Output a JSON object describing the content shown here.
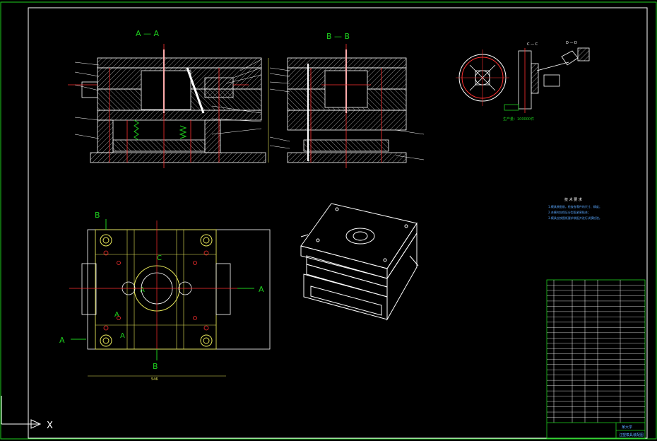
{
  "section_labels": {
    "aa_title": "A — A",
    "bb_title": "B — B",
    "plan_b_top": "B",
    "plan_b_bottom": "B",
    "plan_a_left": "A",
    "plan_a_right": "A",
    "plan_a_center": "A",
    "plan_a_mid": "A",
    "plan_a_lower": "A",
    "plan_c": "C"
  },
  "detail_views": {
    "cc_label": "C — C",
    "dd_label": "D — D",
    "note": "生产量：100000件"
  },
  "tech_requirements": {
    "title": "技 术 要 求",
    "lines": [
      "1.模具装配前，检查各零件的尺寸、精度；",
      "2.合模时应保证分型面紧密贴合；",
      "3.模具应按图纸要求装配并进行试模检验。"
    ]
  },
  "dimension_bottom": "546",
  "ucs": {
    "x": "X"
  },
  "title_block": {
    "row_count": 27,
    "school": "某大学",
    "drawing_name": "注塑模具装配图",
    "colors": {
      "frame": "#1ed01e",
      "red": "#ff3030",
      "white": "#ffffff",
      "yellow": "#e8e85a",
      "blue": "#5aa8ff"
    }
  }
}
